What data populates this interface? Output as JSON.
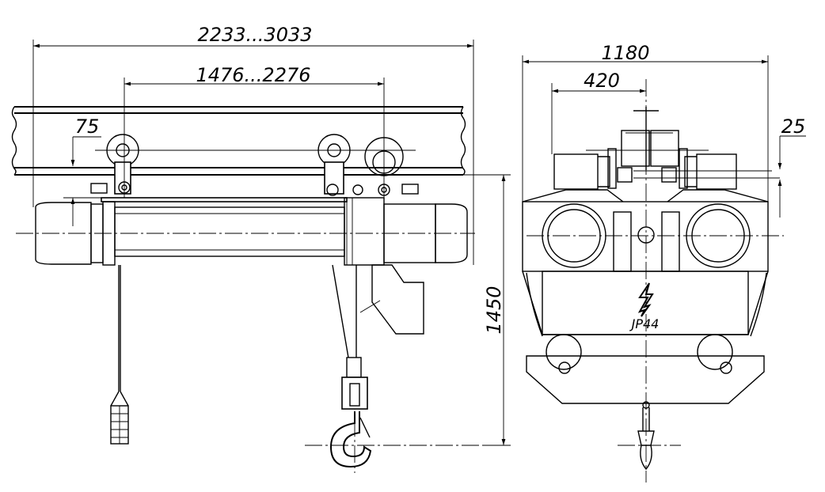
{
  "dimensions": {
    "overall_length": "2233...3033",
    "wheelbase": "1476...2276",
    "rail_offset": "75",
    "overall_width": "1180",
    "half_width": "420",
    "rail_gap": "25",
    "height": "1450"
  },
  "protection_rating": "JP44",
  "colors": {
    "line": "#000000",
    "background": "#ffffff"
  }
}
